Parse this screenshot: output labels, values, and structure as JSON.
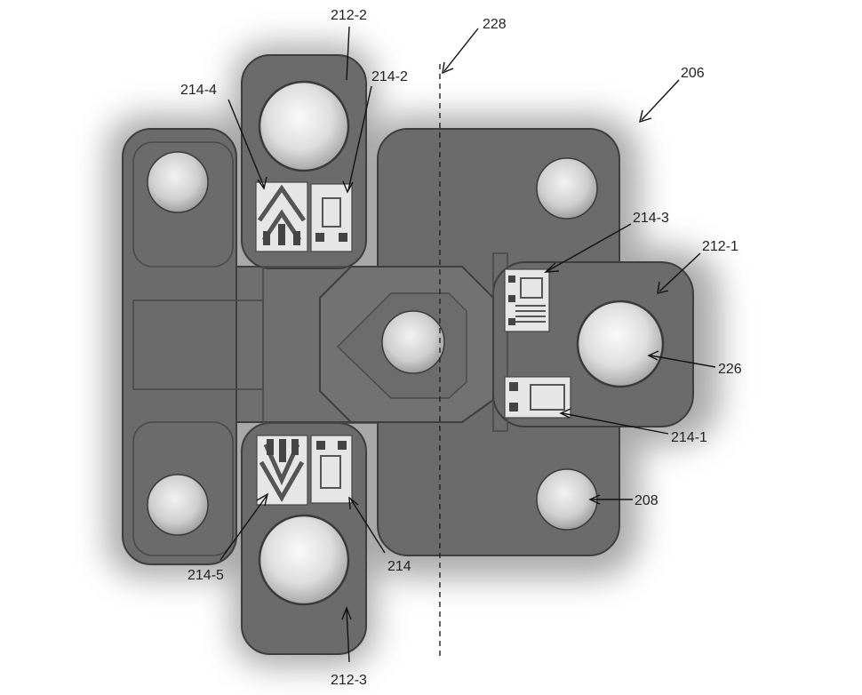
{
  "labels": {
    "ref_206": "206",
    "ref_208": "208",
    "ref_212_1": "212-1",
    "ref_212_2": "212-2",
    "ref_212_3": "212-3",
    "ref_214": "214",
    "ref_214_1": "214-1",
    "ref_214_2": "214-2",
    "ref_214_3": "214-3",
    "ref_214_4": "214-4",
    "ref_214_5": "214-5",
    "ref_226": "226",
    "ref_228": "228"
  },
  "colors": {
    "body_fill": "#6b6b6b",
    "body_edge": "#3e3e3e",
    "glow": "#9a9a9a",
    "hole_light": "#f4f4f4",
    "hole_dark": "#bdbdbd",
    "gauge_bg": "#e8e8e8",
    "gauge_trace": "#555555"
  }
}
